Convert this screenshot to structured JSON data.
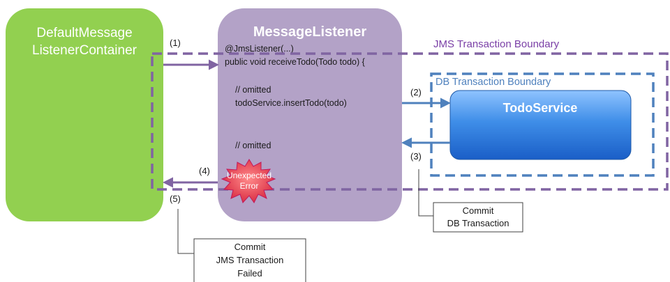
{
  "container": {
    "title_line1": "DefaultMessage",
    "title_line2": "ListenerContainer"
  },
  "listener": {
    "title": "MessageListener",
    "code": [
      "@JmsListener(...)",
      "public void receiveTodo(Todo  todo) {",
      "// omitted",
      "todoService.insertTodo(todo)",
      "// omitted"
    ]
  },
  "service": {
    "title": "TodoService"
  },
  "boundaries": {
    "jms": "JMS Transaction Boundary",
    "db": "DB Transaction Boundary"
  },
  "steps": [
    "(1)",
    "(2)",
    "(3)",
    "(4)",
    "(5)"
  ],
  "error": {
    "line1": "Unexpected",
    "line2": "Error"
  },
  "callouts": {
    "db_commit": [
      "Commit",
      "DB Transaction"
    ],
    "jms_commit": [
      "Commit",
      "JMS Transaction",
      "Failed"
    ]
  },
  "colors": {
    "container": "#92d050",
    "listener": "#b3a2c7",
    "service": "#2f7ed8",
    "jms_boundary": "#8064a2",
    "db_boundary": "#4f81bd",
    "error_burst": "#e0454a"
  }
}
